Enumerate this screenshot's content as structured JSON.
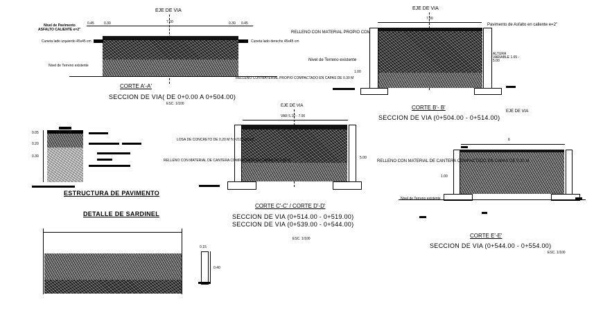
{
  "section_a": {
    "axis_label": "EJE DE VIA",
    "dim_center": "7.00",
    "dim_left": "0.45",
    "dim_left2": "0.30",
    "dim_right": "0.30",
    "dim_right2": "0.45",
    "label_pavement": "Nivel de Pavimento",
    "label_asphalt": "ASFALTO CALIENTE e=2\"",
    "label_gutter_left": "Cuneta lado izquierdo 45x45 cm",
    "label_gutter_right": "Cuneta lado derecho 45x45 cm",
    "label_terrain": "Nivel de Terreno existente",
    "label_fill": "RELLENO CON MATERIAL PROPIO COMPACTADO EN CAPAS DE 0.30 M",
    "corte": "CORTE A'-A'",
    "title": "SECCION DE VIA( DE 0+0.00 A 0+504.00)",
    "scale": "ESC. 1/100"
  },
  "section_b": {
    "axis_label": "EJE DE VIA",
    "dim_center": "7.00",
    "label_asphalt": "Pavimento de Asfalto en caliente e=2\"",
    "label_fill": "RELLENO CON MATERIAL PROPIO COMPACTADO EN CAPAS DE 0.30 M",
    "label_terrain": "Nivel de Terreno existente",
    "label_height": "ALTURA VARIABLE 1.65 - 5.00",
    "dim_side": "1.00",
    "corte": "CORTE B'- B'",
    "title": "SECCION DE VIA (0+504.00 - 0+514.00)",
    "axis_label_2": "EJE DE VIA"
  },
  "section_c": {
    "axis_label": "EJE DE VIA",
    "dim_center": "VAR 5.10 - 7.00",
    "label_slab": "LOSA DE CONCRETO DE 0.20 M f'c=210 kg/cm2",
    "label_fill": "RELLENO CON MATERIAL DE CANTERA COMPACTADO EN CAPAS DE 0.30 M",
    "dim_side": "5.00",
    "corte": "CORTE C'-C' / CORTE D'-D'",
    "title_1": "SECCION DE VIA (0+514.00 - 0+519.00)",
    "title_2": "SECCION DE VIA (0+539.00 - 0+544.00)",
    "scale": "ESC. 1/100"
  },
  "section_e": {
    "dim_center": "6",
    "label_fill": "RELLENO CON MATERIAL DE CANTERA COMPACTADO EN CAPAS DE 0.30 M",
    "label_terrain": "Nivel de Terreno existente",
    "dim_side": "1.00",
    "corte": "CORTE E'-E'",
    "title": "SECCION DE VIA (0+544.00 - 0+554.00)",
    "scale": "ESC. 1/100"
  },
  "pavement_structure": {
    "dim_1": "0.05",
    "dim_2": "0.20",
    "dim_3": "0.30",
    "title": "ESTRUCTURA DE PAVIMENTO"
  },
  "curb_detail": {
    "title": "DETALLE DE SARDINEL",
    "dim_top": "0.15",
    "dim_side": "0.40"
  }
}
